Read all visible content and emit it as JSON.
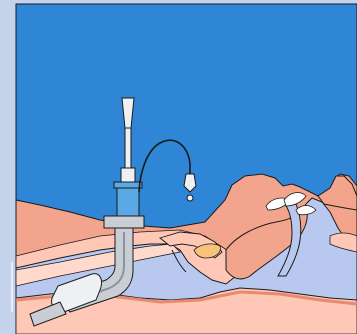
{
  "colors": {
    "frame": "#c5d3ec",
    "background_blue": "#2f86d6",
    "skin": "#f3a48c",
    "skin_dark": "#e78a72",
    "tissue": "#ffc7b5",
    "airway": "#b9c8ee",
    "tube": "#c9cdd4",
    "tube_dark": "#8d939c",
    "cuff": "#eef0f3",
    "outline": "#1a1a1a",
    "connector_blue": "#5aa8e6",
    "epiglottis": "#f7c27a"
  },
  "components": [
    "tracheostomy-tube",
    "inner-cannula-connector",
    "pilot-balloon",
    "trachea",
    "larynx",
    "epiglottis",
    "tongue",
    "nose"
  ]
}
